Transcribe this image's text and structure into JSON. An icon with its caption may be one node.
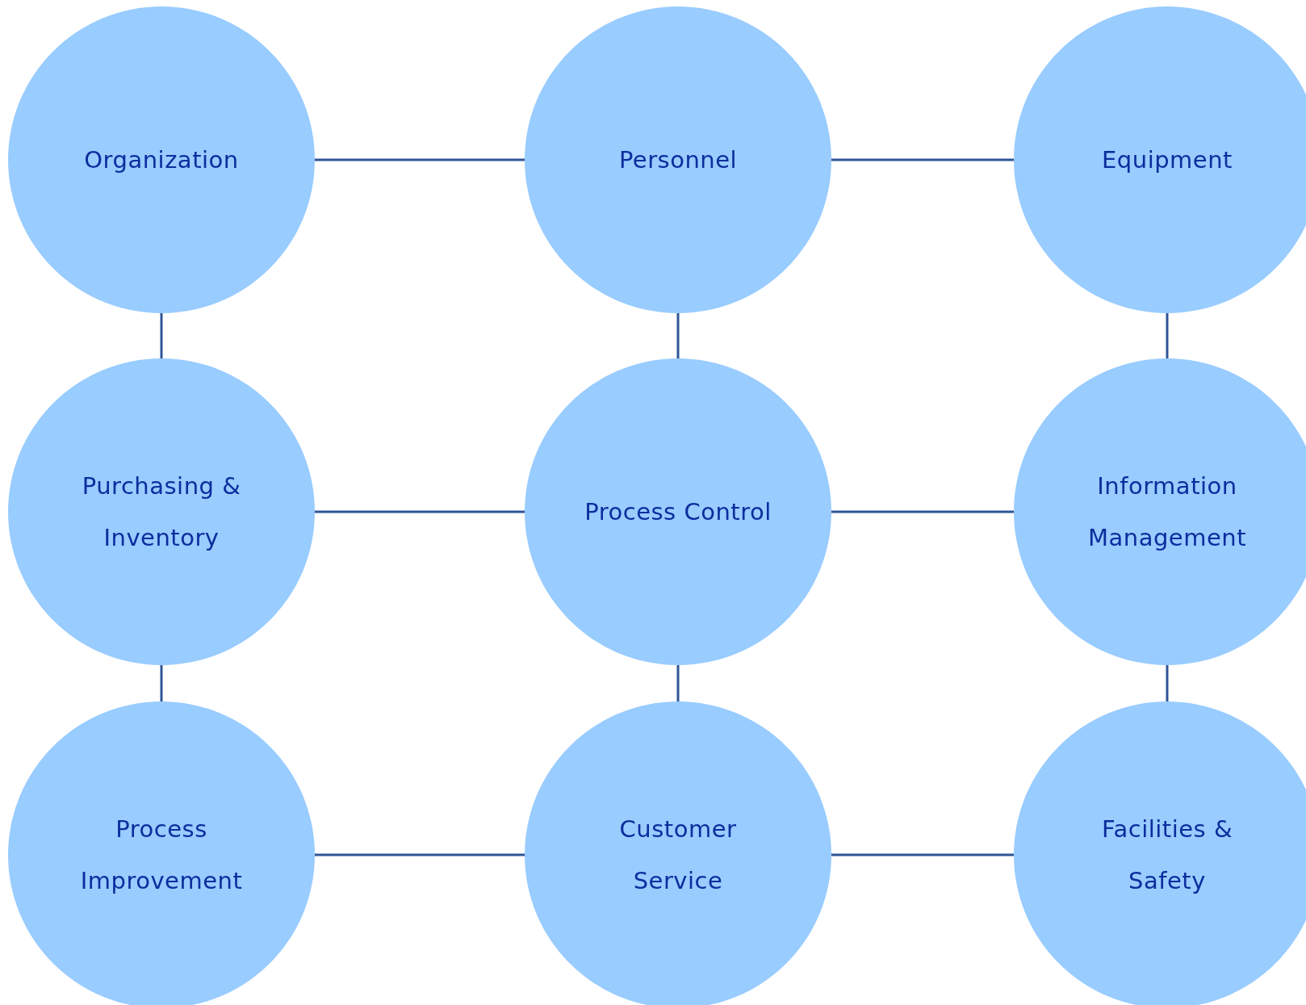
{
  "diagram": {
    "nodes": [
      {
        "text": [
          "Organization"
        ]
      },
      {
        "text": [
          "Personnel"
        ]
      },
      {
        "text": [
          "Equipment"
        ]
      },
      {
        "text": [
          "Purchasing & Inventory"
        ]
      },
      {
        "text": [
          "Process Control"
        ]
      },
      {
        "text": [
          "Information Management"
        ]
      },
      {
        "text": [
          "Process Improvement"
        ]
      },
      {
        "text": [
          "Customer Service"
        ]
      },
      {
        "text": [
          "Facilities & Safety"
        ]
      }
    ],
    "edges": [
      {
        "from": 0,
        "to": 1,
        "arrow": "none"
      },
      {
        "from": 1,
        "to": 2,
        "arrow": "none"
      },
      {
        "from": 0,
        "to": 3,
        "arrow": "none"
      },
      {
        "from": 1,
        "to": 4,
        "arrow": "none"
      },
      {
        "from": 2,
        "to": 5,
        "arrow": "none"
      },
      {
        "from": 3,
        "to": 4,
        "arrow": "none"
      },
      {
        "from": 4,
        "to": 5,
        "arrow": "none"
      },
      {
        "from": 3,
        "to": 6,
        "arrow": "none"
      },
      {
        "from": 4,
        "to": 7,
        "arrow": "none"
      },
      {
        "from": 5,
        "to": 8,
        "arrow": "none"
      },
      {
        "from": 6,
        "to": 7,
        "arrow": "none"
      },
      {
        "from": 7,
        "to": 8,
        "arrow": "none"
      }
    ]
  }
}
